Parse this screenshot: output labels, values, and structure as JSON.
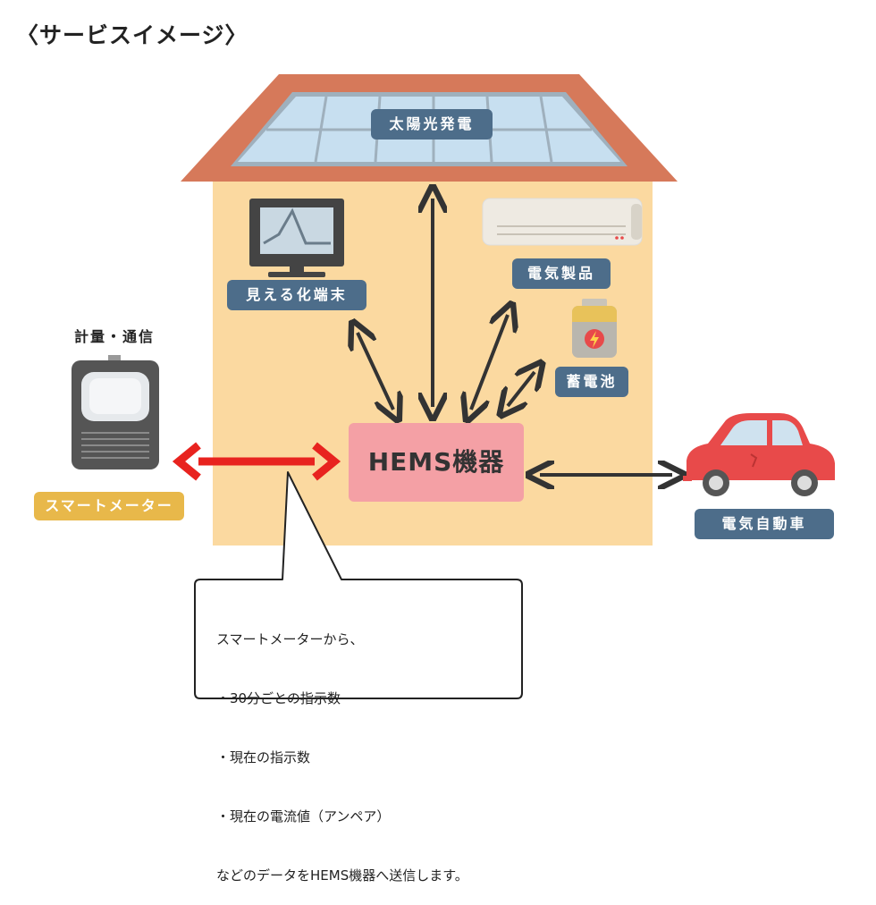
{
  "title": "〈サービスイメージ〉",
  "labels": {
    "solar": "太陽光発電",
    "display": "見える化端末",
    "appliances": "電気製品",
    "battery": "蓄電池",
    "hems": "HEMS機器",
    "meter_top": "計量・通信",
    "meter": "スマートメーター",
    "ev": "電気自動車"
  },
  "callout": {
    "lines": [
      "スマートメーターから、",
      "・30分ごとの指示数",
      "・現在の指示数",
      "・現在の電流値（アンペア）",
      "などのデータをHEMS機器へ送信します。"
    ]
  },
  "colors": {
    "house_wall": "#fbd9a0",
    "roof": "#d6795a",
    "panel": "#c7dff0",
    "tag_bg": "#4d6d8a",
    "hems_bg": "#f4a0a5",
    "meter_tag": "#e8b84a",
    "red_arrow": "#e8231f",
    "car": "#e84a4a"
  }
}
